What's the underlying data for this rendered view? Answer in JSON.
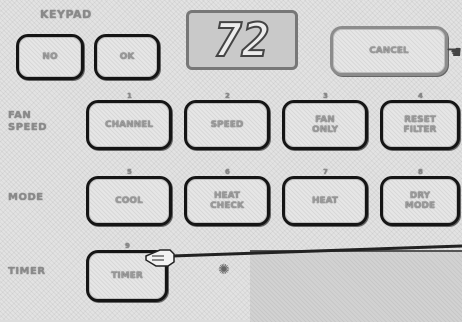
{
  "header": {
    "keypad_label": "KEYPAD"
  },
  "top_buttons": [
    {
      "label": "NO"
    },
    {
      "label": "OK"
    }
  ],
  "display": {
    "value": "72"
  },
  "cancel_button": {
    "label": "CANCEL"
  },
  "row_labels": {
    "row1": [
      "FAN",
      "SPEED"
    ],
    "row2": "MODE",
    "row3": "TIMER"
  },
  "row1_buttons": [
    {
      "index": "1",
      "line1": "CHANNEL",
      "line2": ""
    },
    {
      "index": "2",
      "line1": "SPEED",
      "line2": ""
    },
    {
      "index": "3",
      "line1": "FAN",
      "line2": "ONLY"
    },
    {
      "index": "4",
      "line1": "RESET",
      "line2": "FILTER"
    }
  ],
  "row2_buttons": [
    {
      "index": "5",
      "line1": "COOL",
      "line2": ""
    },
    {
      "index": "6",
      "line1": "HEAT",
      "line2": "CHECK"
    },
    {
      "index": "7",
      "line1": "HEAT",
      "line2": ""
    },
    {
      "index": "8",
      "line1": "DRY",
      "line2": "MODE"
    }
  ],
  "row3_buttons": [
    {
      "index": "9",
      "line1": "TIMER",
      "line2": ""
    }
  ],
  "colors": {
    "frame": "#151515",
    "panel": "#e3e3e3",
    "text": "#9a9a9a"
  },
  "icons": [
    "pointing-hand-icon",
    "dot-icon"
  ]
}
